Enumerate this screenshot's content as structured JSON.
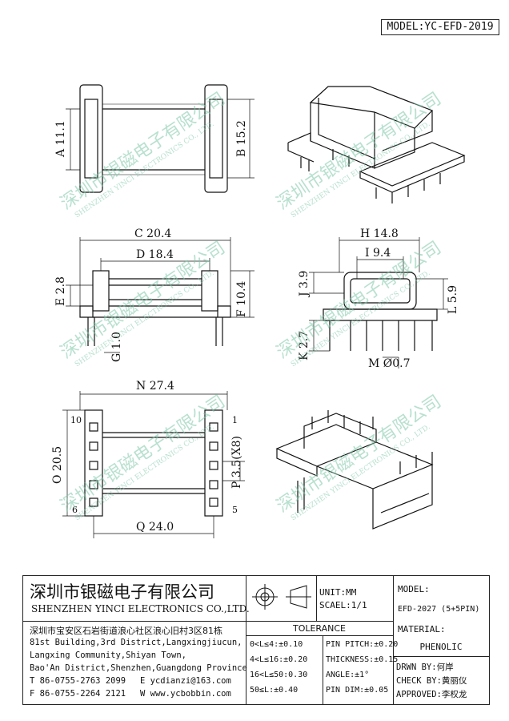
{
  "header": {
    "model_label": "MODEL:YC-EFD-2019"
  },
  "dimensions": {
    "a": "A 11.1",
    "b": "B 15.2",
    "c": "C 20.4",
    "d": "D 18.4",
    "e": "E 2.8",
    "f": "F 10.4",
    "g": "G 1.0",
    "h": "H 14.8",
    "i": "I 9.4",
    "j": "J 3.9",
    "l": "L 5.9",
    "k": "K 2.7",
    "m": "M Ø0.7",
    "n": "N 27.4",
    "o": "O 20.5",
    "p": "P 3.5(X8)",
    "q": "Q 24.0"
  },
  "pins": {
    "p10": "10",
    "p1": "1",
    "p6": "6",
    "p5": "5"
  },
  "watermark": {
    "cn": "深圳市银磁电子有限公司",
    "en": "SHENZHEN YINCI ELECTRONICS CO., LTD."
  },
  "title_block": {
    "company_cn": "深圳市银磁电子有限公司",
    "company_en": "SHENZHEN YINCI ELECTRONICS CO.,LTD.",
    "address": [
      "深圳市宝安区石岩街道浪心社区浪心旧村3区81栋",
      "81st Building,3rd District,Langxingjiucun,",
      "Langxing Community,Shiyan Town,",
      "Bao'An District,Shenzhen,Guangdong Province"
    ],
    "phone": "T 86-0755-2763 2099",
    "fax": "F 86-0755-2264 2121",
    "email": "E ycdianzi@163.com",
    "website": "W www.ycbobbin.com",
    "unit": "UNIT:MM",
    "scale": "SCAEL:1/1",
    "model_label": "MODEL:",
    "model_value": "EFD-2027 (5+5PIN)",
    "tolerance_title": "TOLERANCE",
    "tolerance_left": [
      "0<L≤4:±0.10",
      "4<L≤16:±0.20",
      "16<L≤50:0.30",
      "50≤L:±0.40"
    ],
    "tolerance_right": [
      "PIN PITCH:±0.20",
      "THICKNESS:±0.15",
      "ANGLE:±1°",
      "PIN DIM:±0.05"
    ],
    "material_label": "MATERIAL:",
    "material_value": "PHENOLIC",
    "drawn_by": "DRWN BY:何岸",
    "check_by": "CHECK BY:黄丽仪",
    "approved": "APPROVED:李权龙"
  }
}
